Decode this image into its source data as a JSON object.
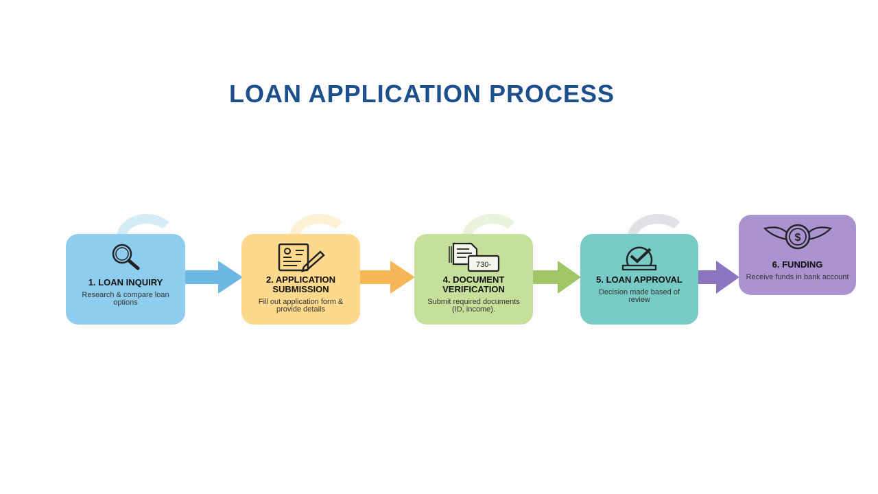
{
  "title": "LOAN APPLICATION PROCESS",
  "steps": [
    {
      "heading": "1. LOAN INQUIRY",
      "desc": "Research & compare loan options",
      "icon": "magnifier-icon",
      "color": "#8ecdee"
    },
    {
      "heading": "2. APPLICATION SUBMISSION",
      "desc": "Fill out application form & provide details",
      "icon": "form-pencil-icon",
      "color": "#fcd98c"
    },
    {
      "heading": "4. DOCUMENT VERIFICATION",
      "desc": "Submit required documents (ID, income).",
      "icon": "documents-icon",
      "icon_text": "730-",
      "color": "#c6e09c"
    },
    {
      "heading": "5. LOAN APPROVAL",
      "desc": "Decision made based of review",
      "icon": "checkmark-icon",
      "color": "#77cbc4"
    },
    {
      "heading": "6. FUNDING",
      "desc": "Receive funds in bank account",
      "icon": "winged-dollar-icon",
      "icon_text": "$",
      "color": "#aa93d0"
    }
  ]
}
